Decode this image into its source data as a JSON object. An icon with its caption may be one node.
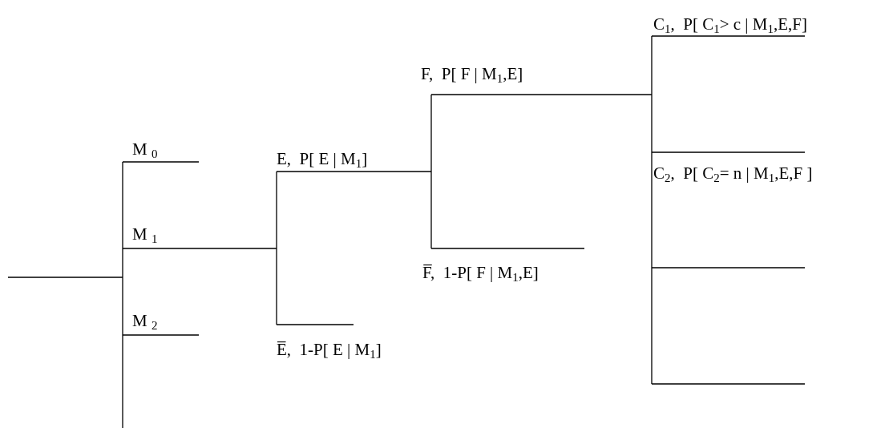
{
  "diagram": {
    "labels": [
      "C$_{1}$,  P[ C$_{1}$> c | M$_{1}$,E,F]",
      "F,  P[ F | M$_{1}$,E]",
      "M $_{0}$",
      "E,  P[ E | M$_{1}$]",
      "C$_{2}$,  P[ C$_{2}$= n | M$_{1}$,E,F ]",
      "M $_{1}$",
      "F̅,  1-P[ F | M$_{1}$,E]",
      "M $_{2}$",
      "E̅,  1-P[ E | M$_{1}$]"
    ]
  }
}
